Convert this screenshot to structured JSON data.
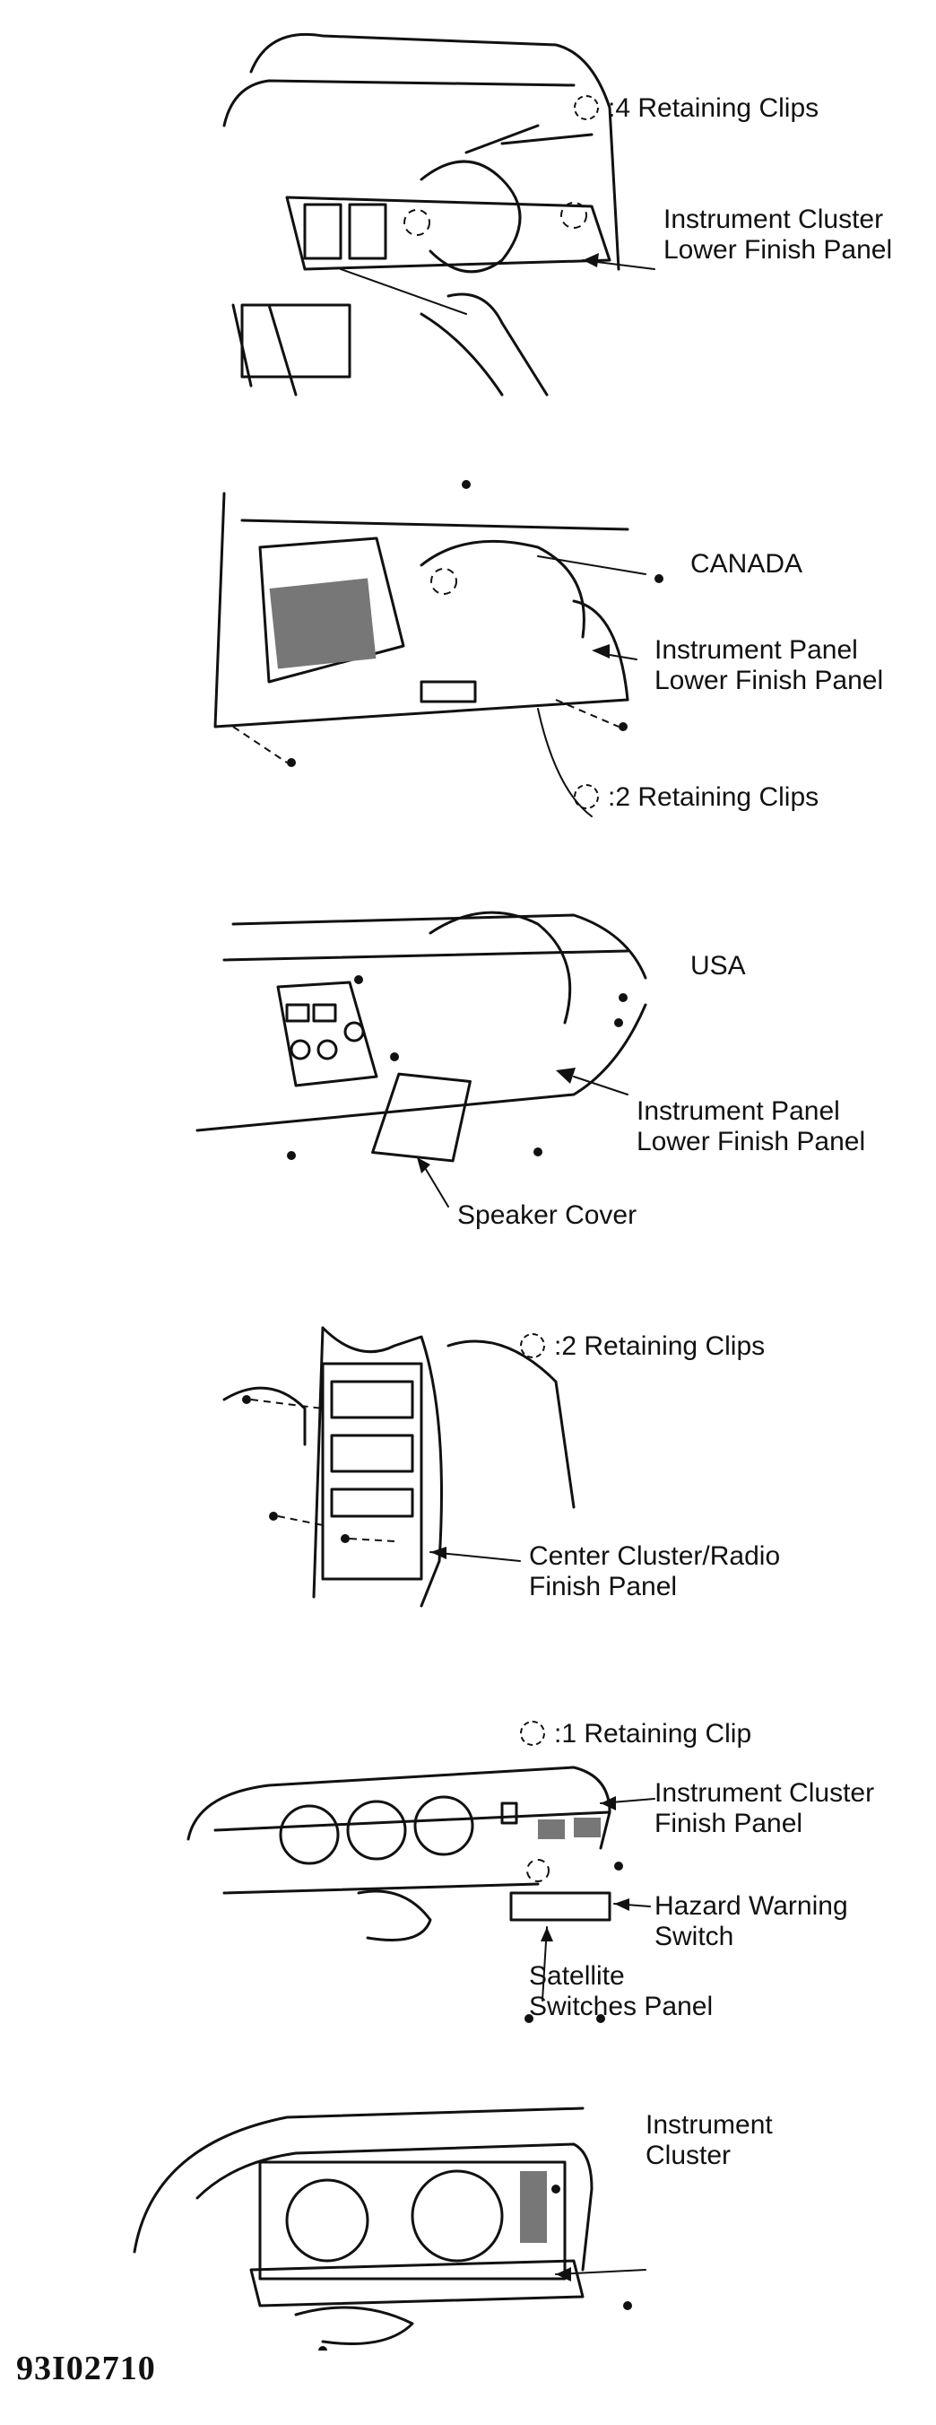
{
  "panels": {
    "p1": {
      "clips": ":4 Retaining Clips",
      "callout_line1": "Instrument Cluster",
      "callout_line2": "Lower Finish Panel"
    },
    "p2": {
      "region": "CANADA",
      "callout_line1": "Instrument Panel",
      "callout_line2": "Lower Finish Panel",
      "clips": ":2 Retaining Clips"
    },
    "p3": {
      "region": "USA",
      "callout_line1": "Instrument Panel",
      "callout_line2": "Lower Finish Panel",
      "speaker": "Speaker Cover"
    },
    "p4": {
      "clips": ":2 Retaining Clips",
      "callout_line1": "Center Cluster/Radio",
      "callout_line2": "Finish Panel"
    },
    "p5": {
      "clips": ":1 Retaining Clip",
      "finish_line1": "Instrument Cluster",
      "finish_line2": "Finish Panel",
      "hazard_line1": "Hazard Warning",
      "hazard_line2": "Switch",
      "satellite_line1": "Satellite",
      "satellite_line2": "Switches Panel"
    },
    "p6": {
      "callout_line1": "Instrument",
      "callout_line2": "Cluster"
    }
  },
  "figure_code": "93I02710"
}
